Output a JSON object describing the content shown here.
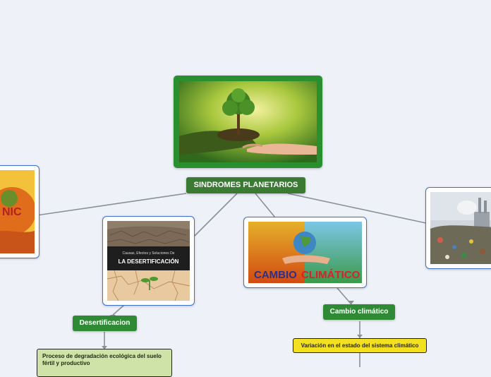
{
  "root": {
    "label": "SINDROMES PLANETARIOS",
    "color": "#3b7a33"
  },
  "nodes": {
    "desertificacion": {
      "label": "Desertificacion",
      "color": "#2f8a36"
    },
    "cambio": {
      "label": "Cambio climático",
      "color": "#2f8a36"
    }
  },
  "desert_image": {
    "subtitle": "Causas, Efectos y Soluciones De",
    "title": "LA DESERTIFICACIÓN"
  },
  "climate_image": {
    "word1": "CAMBIO",
    "word2": "CLIMÁTICO"
  },
  "left_image": {
    "fragment": "NIC"
  },
  "text_boxes": {
    "proceso": "Proceso de degradación ecológica del suelo fértil y productivo",
    "variacion": "Variación en el estado del sistema climático"
  },
  "colors": {
    "accent_green": "#2f8a36",
    "card_border": "#3f6fd0",
    "note_yellow": "#f2e021",
    "note_light_green": "#cfe3a8",
    "connector": "#8a9099"
  }
}
